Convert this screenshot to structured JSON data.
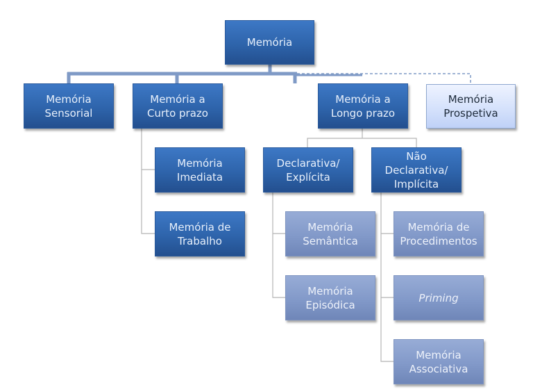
{
  "diagram": {
    "type": "hierarchy",
    "root": "Memória",
    "nodes": {
      "root": "Memória",
      "sensorial": "Memória\nSensorial",
      "curto_prazo": "Memória a\nCurto prazo",
      "longo_prazo": "Memória a\nLongo prazo",
      "prospetiva": "Memória\nProspetiva",
      "imediata": "Memória\nImediata",
      "trabalho": "Memória de\nTrabalho",
      "declarativa": "Declarativa/\nExplícita",
      "nao_declarativa": "Não\nDeclarativa/\nImplícita",
      "semantica": "Memória\nSemântica",
      "episodica": "Memória\nEpisódica",
      "procedimentos": "Memória de\nProcedimentos",
      "priming": "Priming",
      "associativa": "Memória\nAssociativa"
    },
    "edges": [
      {
        "from": "root",
        "to": "sensorial",
        "style": "solid-thick"
      },
      {
        "from": "root",
        "to": "curto_prazo",
        "style": "solid-thick"
      },
      {
        "from": "root",
        "to": "longo_prazo",
        "style": "solid-thick"
      },
      {
        "from": "root",
        "to": "prospetiva",
        "style": "dashed"
      },
      {
        "from": "curto_prazo",
        "to": "imediata",
        "style": "solid"
      },
      {
        "from": "curto_prazo",
        "to": "trabalho",
        "style": "solid"
      },
      {
        "from": "longo_prazo",
        "to": "declarativa",
        "style": "solid"
      },
      {
        "from": "longo_prazo",
        "to": "nao_declarativa",
        "style": "solid"
      },
      {
        "from": "declarativa",
        "to": "semantica",
        "style": "solid"
      },
      {
        "from": "declarativa",
        "to": "episodica",
        "style": "solid"
      },
      {
        "from": "nao_declarativa",
        "to": "procedimentos",
        "style": "solid"
      },
      {
        "from": "nao_declarativa",
        "to": "priming",
        "style": "solid"
      },
      {
        "from": "nao_declarativa",
        "to": "associativa",
        "style": "solid"
      }
    ],
    "colors": {
      "primary_box": "#2e64ab",
      "secondary_box": "#8299c9",
      "optional_box": "#d3e0fb",
      "thick_connector": "#7f9ac6",
      "thin_connector": "#b5b5b5"
    }
  }
}
